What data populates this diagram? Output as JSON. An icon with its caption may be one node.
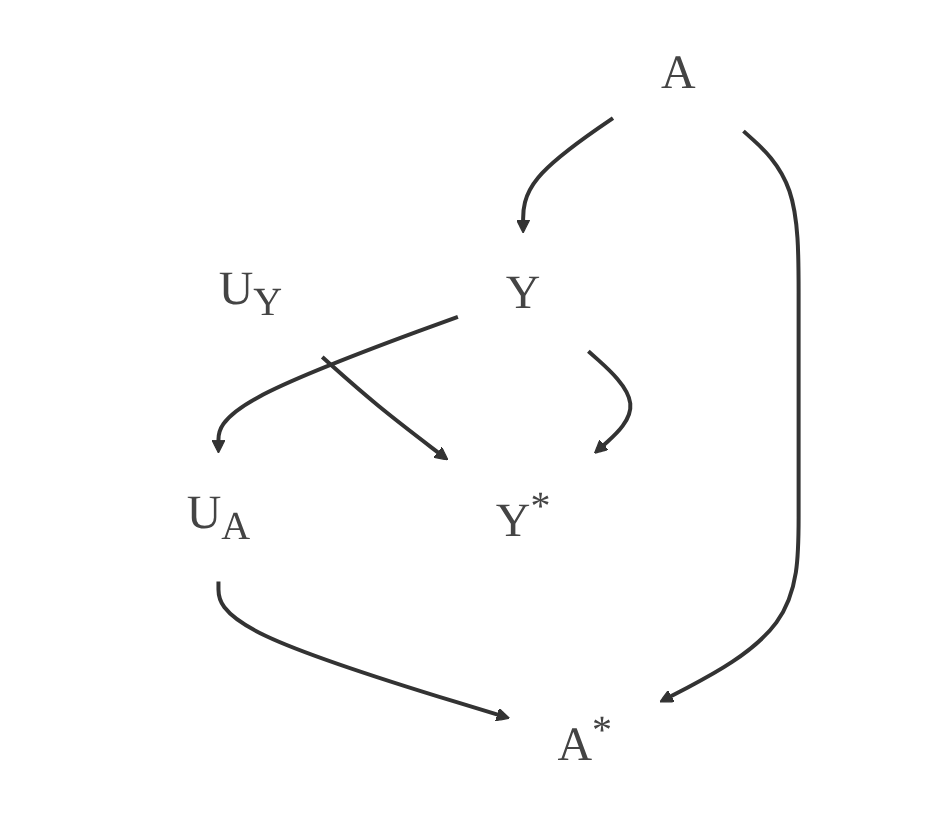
{
  "diagram": {
    "nodes": [
      {
        "text": [
          "U$_{A}$"
        ]
      },
      {
        "text": [
          "U$_{Y}$"
        ]
      },
      {
        "text": [
          "A$^{*}$"
        ]
      },
      {
        "text": [
          "Y$^{*}$"
        ]
      },
      {
        "text": [
          "A"
        ]
      },
      {
        "text": [
          "Y"
        ]
      }
    ],
    "edges": [
      {
        "from": 0,
        "to": 2,
        "arrow": "to"
      },
      {
        "from": 1,
        "to": 3,
        "arrow": "to"
      },
      {
        "from": 4,
        "to": 2,
        "arrow": "to"
      },
      {
        "from": 5,
        "to": 3,
        "arrow": "to"
      },
      {
        "from": 4,
        "to": 5,
        "arrow": "to"
      },
      {
        "from": 5,
        "to": 0,
        "arrow": "to"
      }
    ]
  }
}
